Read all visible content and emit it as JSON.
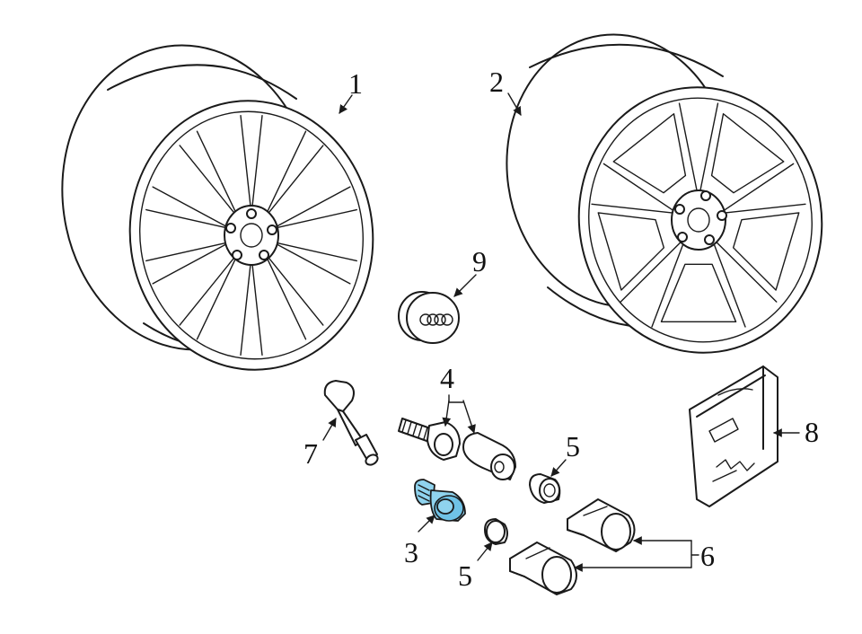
{
  "callouts": {
    "c1": "1",
    "c2": "2",
    "c3": "3",
    "c4": "4",
    "c5a": "5",
    "c5b": "5",
    "c6": "6",
    "c7": "7",
    "c8": "8",
    "c9": "9"
  },
  "colors": {
    "highlight": "#8fd3ee",
    "line": "#1a1a1a",
    "background": "#ffffff"
  }
}
